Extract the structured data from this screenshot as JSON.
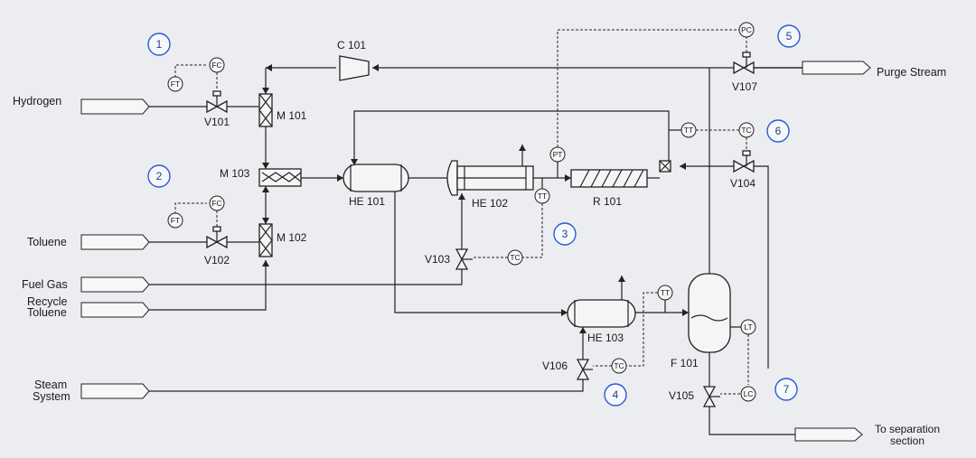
{
  "streams": {
    "hydrogen": "Hydrogen",
    "toluene": "Toluene",
    "fuel_gas": "Fuel Gas",
    "recycle_line1": "Recycle",
    "recycle_line2": "Toluene",
    "steam_line1": "Steam",
    "steam_line2": "System",
    "purge": "Purge Stream",
    "separation_line1": "To separation",
    "separation_line2": "section"
  },
  "equipment": {
    "compressor": "C 101",
    "mixer1": "M 101",
    "mixer2": "M 102",
    "mixer3": "M 103",
    "he1": "HE 101",
    "he2": "HE 102",
    "he3": "HE 103",
    "reactor": "R 101",
    "flash": "F 101"
  },
  "valves": {
    "v101": "V101",
    "v102": "V102",
    "v103": "V103",
    "v104": "V104",
    "v105": "V105",
    "v106": "V106",
    "v107": "V107"
  },
  "instruments": {
    "ft": "FT",
    "fc": "FC",
    "pt": "PT",
    "pc": "PC",
    "tt": "TT",
    "tc": "TC",
    "lt": "LT",
    "lc": "LC"
  },
  "loops": [
    "1",
    "2",
    "3",
    "4",
    "5",
    "6",
    "7"
  ],
  "colors": {
    "line": "#222222",
    "loop_circle": "#2a5bd7",
    "background": "#ecedf0"
  }
}
